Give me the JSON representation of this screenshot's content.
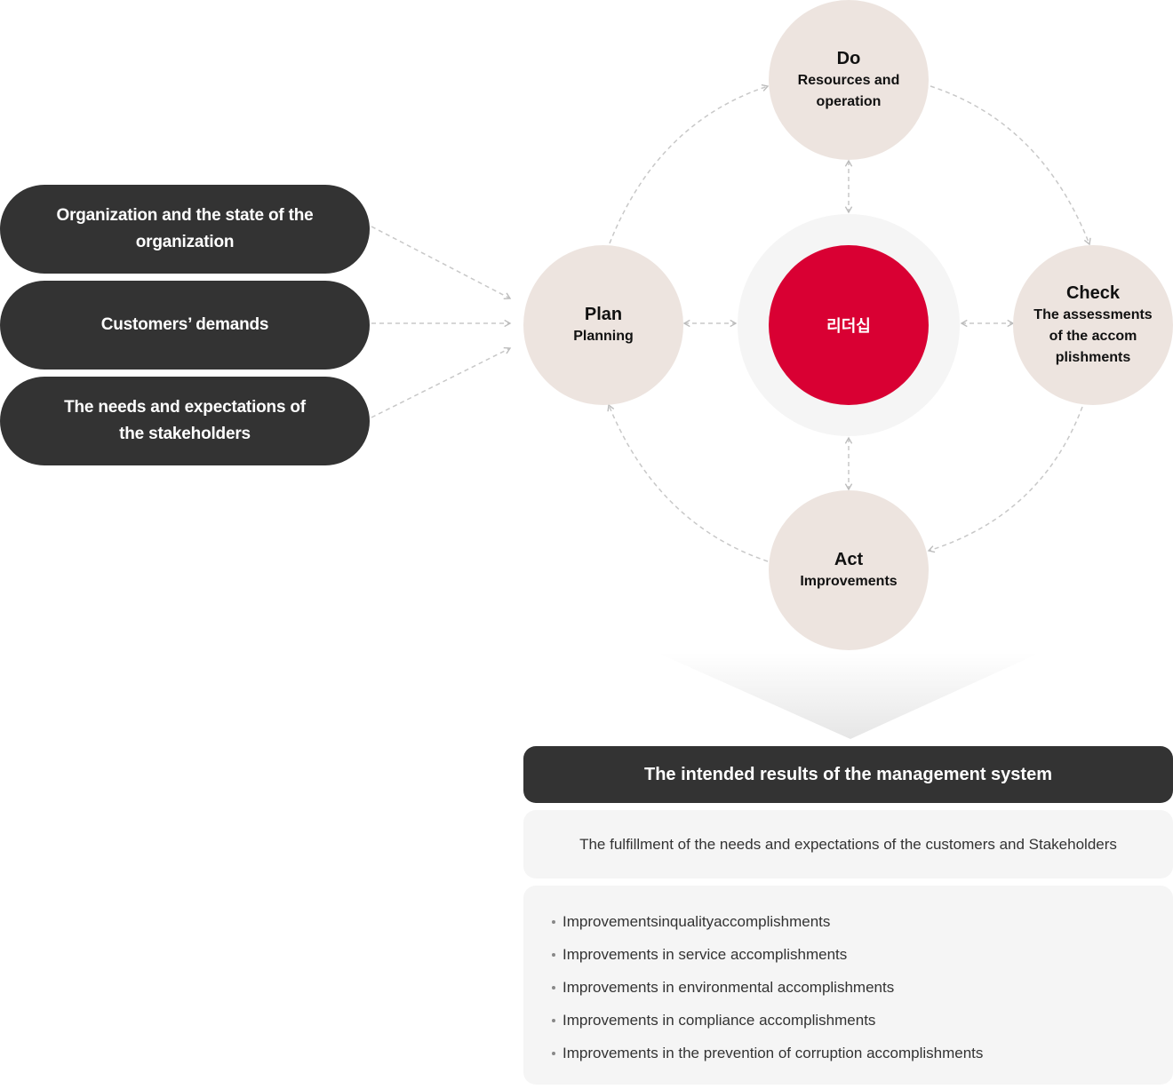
{
  "inputs": [
    {
      "label": "Organization and the state of the organization"
    },
    {
      "label": "Customers’ demands"
    },
    {
      "label": "The needs and expectations of the stakeholders"
    }
  ],
  "cycle": {
    "do": {
      "title": "Do",
      "subtitle": "Resources and\noperation"
    },
    "plan": {
      "title": "Plan",
      "subtitle": "Planning"
    },
    "check": {
      "title": "Check",
      "subtitle": "The assessments\nof the accom\nplishments"
    },
    "act": {
      "title": "Act",
      "subtitle": "Improvements"
    },
    "center": {
      "label": "리더십"
    }
  },
  "results": {
    "header": "The intended results of the management system",
    "summary": "The fulfillment of the needs and expectations of the customers and Stakeholders",
    "items": [
      "Improvementsinqualityaccomplishments",
      "Improvements in service accomplishments",
      "Improvements in environmental accomplishments",
      "Improvements in compliance accomplishments",
      "Improvements in the prevention of corruption accomplishments"
    ]
  },
  "colors": {
    "dark": "#333333",
    "beige": "#ede4df",
    "accent": "#d90033",
    "light": "#f5f5f5"
  }
}
